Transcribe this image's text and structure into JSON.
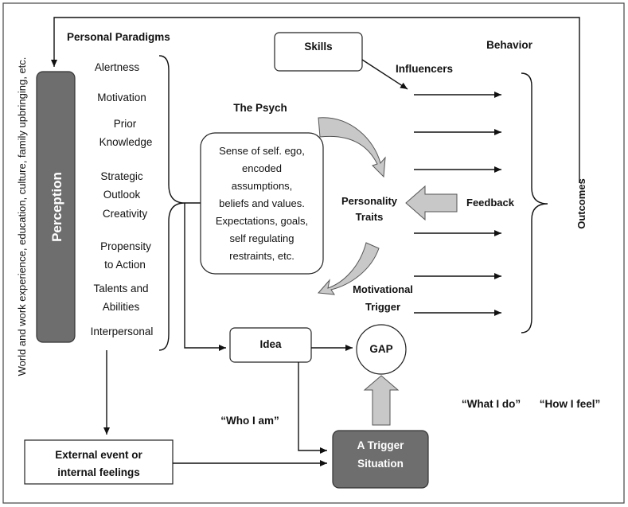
{
  "labels": {
    "side_text": "World and work experience, education, culture, family upbringing, etc.",
    "personal_paradigms": "Personal Paradigms",
    "perception": "Perception",
    "skills": "Skills",
    "behavior": "Behavior",
    "influencers": "Influencers",
    "the_psych": "The Psych",
    "personality": "Personality",
    "traits": "Traits",
    "feedback": "Feedback",
    "outcomes": "Outcomes",
    "motivational": "Motivational",
    "trigger": "Trigger",
    "idea": "Idea",
    "gap": "GAP",
    "who_i_am": "“Who I am”",
    "what_i_do": "“What I do”",
    "how_i_feel": "“How I feel”",
    "external_1": "External event or",
    "external_2": "internal feelings",
    "trigger_sit_1": "A Trigger",
    "trigger_sit_2": "Situation"
  },
  "paradigm_items": [
    "Alertness",
    "Motivation",
    "Prior",
    "Knowledge",
    "Strategic",
    "Outlook",
    "Creativity",
    "Propensity",
    "to Action",
    "Talents and",
    "Abilities",
    "Interpersonal"
  ],
  "psych_lines": [
    "Sense of self. ego,",
    "encoded",
    "assumptions,",
    "beliefs and values.",
    "Expectations, goals,",
    "self regulating",
    "restraints, etc."
  ],
  "colors": {
    "dark_fill": "#6e6e6e",
    "gray_arrow": "#c8c8c8",
    "stroke": "#222222"
  }
}
